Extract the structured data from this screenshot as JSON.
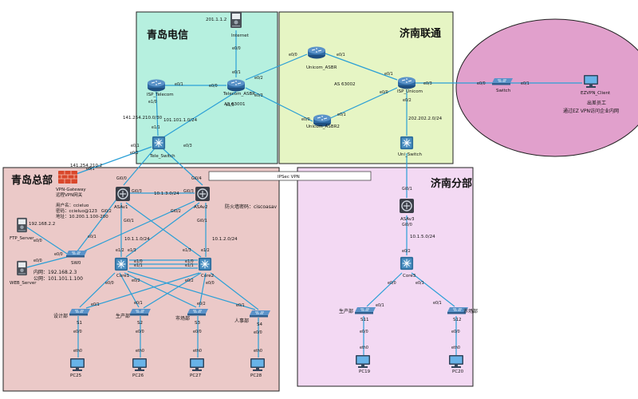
{
  "colors": {
    "qingdao_telecom": "#b6f0df",
    "jinan_unicom": "#e6f5c4",
    "qingdao_hq": "#ebc9c8",
    "jinan_branch": "#f3d9f3",
    "remote_user": "#e1a0cc",
    "router": "#3a6ea5",
    "switch": "#2f6f9e",
    "firewall": "#d9472b",
    "link": "#2a9fd6"
  },
  "zones": {
    "qingdao_telecom": "青岛电信",
    "jinan_unicom": "济南联通",
    "qingdao_hq": "青岛总部",
    "jinan_branch": "济南分部"
  },
  "banner": {
    "ipsec": "IPSec VPN"
  },
  "as_labels": {
    "telecom": "AS 63001",
    "unicom": "AS 63002"
  },
  "addresses": {
    "internet": "201.1.1.2",
    "isp_tele_link": "141.254.210.0/30",
    "tele_asbr_lan": "101.101.1.0/24",
    "hq_uplink": "141.254.210.2",
    "unicom_lan": "202.202.2.0/24",
    "hq_dmz": "10.1.3.0/24",
    "asav1_core1": "10.1.1.0/24",
    "asav2_core2": "10.1.2.0/24",
    "ftp_ip": "192.168.2.2",
    "branch_lan": "10.1.5.0/24"
  },
  "devices": {
    "internet": "Internet",
    "isp_telecom": "ISP_Telecom",
    "telecom_asbr": "Telecom_ASBR",
    "tele_switch": "Tele_Switch",
    "unicom_asbr": "Unicom_ASBR",
    "unicom_asbr2": "Unicom_ASBR2",
    "isp_unicom": "ISP_Unicom",
    "uni_switch": "Uni_Switch",
    "switch": "Switch",
    "ezvpn_client": "EZVPN_Client",
    "vpn_gateway": "VPN-Gateway",
    "asav1": "ASAv1",
    "asav2": "ASAv2",
    "asav3": "ASAv3",
    "ftp_server": "FTP_Server",
    "web_server": "WEB_Server",
    "sw0": "SW0",
    "core1": "Core1",
    "core2": "Core2",
    "core3": "Core3",
    "s1": "S1",
    "s2": "S2",
    "s3": "S3",
    "s4": "S4",
    "s11": "S11",
    "s12": "S12",
    "pc25": "PC25",
    "pc26": "PC26",
    "pc27": "PC27",
    "pc28": "PC28",
    "pc19": "PC19",
    "pc20": "PC20"
  },
  "dept_labels": {
    "design": "设计部",
    "production": "生产部",
    "marketing": "市场部",
    "hr": "人事部",
    "branch_production": "生产部",
    "branch_marketing": "市场部"
  },
  "notes": {
    "vpn_gateway_title": "远程VPN网关",
    "vpn_user": "用户名：ccieluo",
    "vpn_password": "密码：ccieluo@123",
    "vpn_address": "地址：10.200.1.100-200",
    "web_private": "内网：192.168.2.3",
    "web_public": "公网：101.101.1.100",
    "firewall_password": "防火墙密码：ciscoasav",
    "remote_staff": "出差员工",
    "remote_access": "通过EZ VPN访问企业内网"
  },
  "ports": {
    "e0_0": "e0/0",
    "e0_1": "e0/1",
    "e0_2": "e0/2",
    "e0_3": "e0/3",
    "e1_0": "e1/0",
    "e1_1": "e1/1",
    "e1_2": "e1/2",
    "e1_3": "e1/3",
    "gi0_0": "Gi0/0",
    "gi0_1": "Gi0/1",
    "gi0_2": "Gi0/2",
    "gi0_3": "Gi0/3",
    "gi0_4": "Gi0/4",
    "eth0": "eth0"
  }
}
